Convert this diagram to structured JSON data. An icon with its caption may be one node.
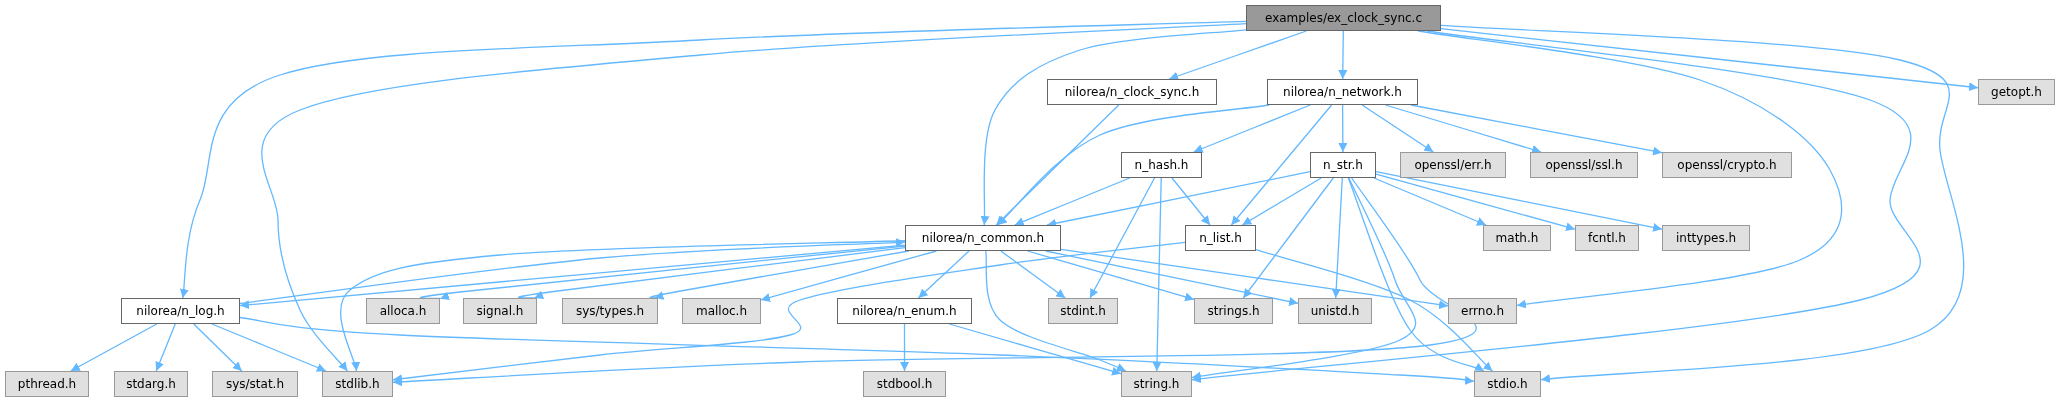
{
  "diagram": {
    "nodes": [
      {
        "text": [
          "examples/ex_clock_sync.c"
        ]
      },
      {
        "text": [
          "nilorea/n_clock_sync.h"
        ]
      },
      {
        "text": [
          "nilorea/n_network.h"
        ]
      },
      {
        "text": [
          "getopt.h"
        ]
      },
      {
        "text": [
          "n_hash.h"
        ]
      },
      {
        "text": [
          "n_str.h"
        ]
      },
      {
        "text": [
          "openssl/err.h"
        ]
      },
      {
        "text": [
          "openssl/ssl.h"
        ]
      },
      {
        "text": [
          "openssl/crypto.h"
        ]
      },
      {
        "text": [
          "nilorea/n_common.h"
        ]
      },
      {
        "text": [
          "n_list.h"
        ]
      },
      {
        "text": [
          "math.h"
        ]
      },
      {
        "text": [
          "fcntl.h"
        ]
      },
      {
        "text": [
          "inttypes.h"
        ]
      },
      {
        "text": [
          "nilorea/n_log.h"
        ]
      },
      {
        "text": [
          "alloca.h"
        ]
      },
      {
        "text": [
          "signal.h"
        ]
      },
      {
        "text": [
          "sys/types.h"
        ]
      },
      {
        "text": [
          "malloc.h"
        ]
      },
      {
        "text": [
          "nilorea/n_enum.h"
        ]
      },
      {
        "text": [
          "stdint.h"
        ]
      },
      {
        "text": [
          "strings.h"
        ]
      },
      {
        "text": [
          "unistd.h"
        ]
      },
      {
        "text": [
          "errno.h"
        ]
      },
      {
        "text": [
          "pthread.h"
        ]
      },
      {
        "text": [
          "stdarg.h"
        ]
      },
      {
        "text": [
          "sys/stat.h"
        ]
      },
      {
        "text": [
          "stdlib.h"
        ]
      },
      {
        "text": [
          "stdbool.h"
        ]
      },
      {
        "text": [
          "string.h"
        ]
      },
      {
        "text": [
          "stdio.h"
        ]
      }
    ],
    "edges": [
      {
        "from": 0,
        "to": 1,
        "arrow": "to"
      },
      {
        "from": 0,
        "to": 2,
        "arrow": "to"
      },
      {
        "from": 0,
        "to": 3,
        "arrow": "to"
      },
      {
        "from": 0,
        "to": 9,
        "arrow": "to"
      },
      {
        "from": 0,
        "to": 14,
        "arrow": "to"
      },
      {
        "from": 0,
        "to": 27,
        "arrow": "to"
      },
      {
        "from": 0,
        "to": 23,
        "arrow": "to"
      },
      {
        "from": 0,
        "to": 29,
        "arrow": "to"
      },
      {
        "from": 0,
        "to": 30,
        "arrow": "to"
      },
      {
        "from": 1,
        "to": 9,
        "arrow": "to"
      },
      {
        "from": 2,
        "to": 9,
        "arrow": "to"
      },
      {
        "from": 2,
        "to": 4,
        "arrow": "to"
      },
      {
        "from": 2,
        "to": 10,
        "arrow": "to"
      },
      {
        "from": 2,
        "to": 5,
        "arrow": "to"
      },
      {
        "from": 2,
        "to": 6,
        "arrow": "to"
      },
      {
        "from": 2,
        "to": 7,
        "arrow": "to"
      },
      {
        "from": 2,
        "to": 8,
        "arrow": "to"
      },
      {
        "from": 4,
        "to": 9,
        "arrow": "to"
      },
      {
        "from": 4,
        "to": 10,
        "arrow": "to"
      },
      {
        "from": 4,
        "to": 20,
        "arrow": "to"
      },
      {
        "from": 4,
        "to": 29,
        "arrow": "to"
      },
      {
        "from": 5,
        "to": 9,
        "arrow": "to"
      },
      {
        "from": 5,
        "to": 10,
        "arrow": "to"
      },
      {
        "from": 5,
        "to": 11,
        "arrow": "to"
      },
      {
        "from": 5,
        "to": 12,
        "arrow": "to"
      },
      {
        "from": 5,
        "to": 13,
        "arrow": "to"
      },
      {
        "from": 5,
        "to": 21,
        "arrow": "to"
      },
      {
        "from": 5,
        "to": 22,
        "arrow": "to"
      },
      {
        "from": 5,
        "to": 30,
        "arrow": "to"
      },
      {
        "from": 5,
        "to": 29,
        "arrow": "to"
      },
      {
        "from": 5,
        "to": 27,
        "arrow": "to"
      },
      {
        "from": 10,
        "to": 27,
        "arrow": "to"
      },
      {
        "from": 10,
        "to": 30,
        "arrow": "to"
      },
      {
        "from": 9,
        "to": 14,
        "arrow": "to"
      },
      {
        "from": 9,
        "to": 15,
        "arrow": "to"
      },
      {
        "from": 9,
        "to": 16,
        "arrow": "to"
      },
      {
        "from": 9,
        "to": 17,
        "arrow": "to"
      },
      {
        "from": 9,
        "to": 18,
        "arrow": "to"
      },
      {
        "from": 9,
        "to": 19,
        "arrow": "to"
      },
      {
        "from": 9,
        "to": 20,
        "arrow": "to"
      },
      {
        "from": 9,
        "to": 21,
        "arrow": "to"
      },
      {
        "from": 9,
        "to": 22,
        "arrow": "to"
      },
      {
        "from": 9,
        "to": 23,
        "arrow": "to"
      },
      {
        "from": 9,
        "to": 29,
        "arrow": "to"
      },
      {
        "from": 9,
        "to": 27,
        "arrow": "to"
      },
      {
        "from": 14,
        "to": 9,
        "arrow": "to"
      },
      {
        "from": 14,
        "to": 24,
        "arrow": "to"
      },
      {
        "from": 14,
        "to": 25,
        "arrow": "to"
      },
      {
        "from": 14,
        "to": 26,
        "arrow": "to"
      },
      {
        "from": 14,
        "to": 27,
        "arrow": "to"
      },
      {
        "from": 14,
        "to": 30,
        "arrow": "to"
      },
      {
        "from": 19,
        "to": 28,
        "arrow": "to"
      },
      {
        "from": 19,
        "to": 29,
        "arrow": "to"
      }
    ]
  }
}
